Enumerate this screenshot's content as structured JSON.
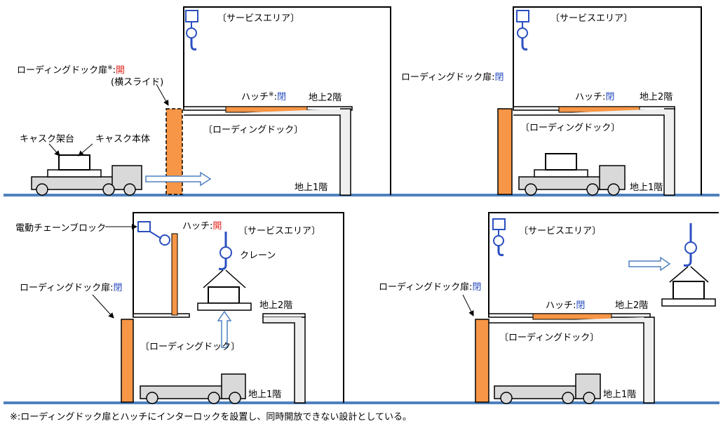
{
  "colors": {
    "door": "#f79646",
    "hatch": "#f79646",
    "floor": "#4f81bd",
    "arrow": "#4f81bd",
    "crane": "#2b4fc0",
    "status_closed": "#2b4fc0",
    "status_open": "#e0221b"
  },
  "icons": [
    "electric-chain-block-icon",
    "crane-hook-icon",
    "truck-icon",
    "cask-icon",
    "right-arrow-icon",
    "up-arrow-icon"
  ],
  "panels": {
    "p1": {
      "service_area": "〔サービスエリア〕",
      "loading_dock": "〔ローディングドック〕",
      "floor2": "地上2階",
      "floor1": "地上1階",
      "door_label": "ローディングドック扉",
      "door_mark": "※",
      "door_sep": ":",
      "door_status": "開",
      "slide_note": "(横スライド)",
      "hatch_label": "ハッチ",
      "hatch_mark": "※",
      "hatch_sep": ":",
      "hatch_status": "閉",
      "cask_stand": "キャスク架台",
      "cask_body": "キャスク本体"
    },
    "p2": {
      "service_area": "〔サービスエリア〕",
      "loading_dock": "〔ローディングドック〕",
      "floor2": "地上2階",
      "floor1": "地上1階",
      "door_label": "ローディングドック扉",
      "door_sep": ":",
      "door_status": "閉",
      "hatch_label": "ハッチ",
      "hatch_sep": ":",
      "hatch_status": "閉"
    },
    "p3": {
      "service_area": "〔サービスエリア〕",
      "loading_dock": "〔ローディングドック〕",
      "floor2": "地上2階",
      "floor1": "地上1階",
      "chain_block": "電動チェーンブロック",
      "hatch_label": "ハッチ",
      "hatch_sep": ":",
      "hatch_status": "開",
      "crane": "クレーン",
      "door_label": "ローディングドック扉",
      "door_sep": ":",
      "door_status": "閉"
    },
    "p4": {
      "service_area": "〔サービスエリア〕",
      "loading_dock": "〔ローディングドック〕",
      "floor2": "地上2階",
      "floor1": "地上1階",
      "door_label": "ローディングドック扉",
      "door_sep": ":",
      "door_status": "閉",
      "hatch_label": "ハッチ",
      "hatch_sep": ":",
      "hatch_status": "閉"
    }
  },
  "footnote": "※:ローディングドック扉とハッチにインターロックを設置し、同時開放できない設計としている。"
}
